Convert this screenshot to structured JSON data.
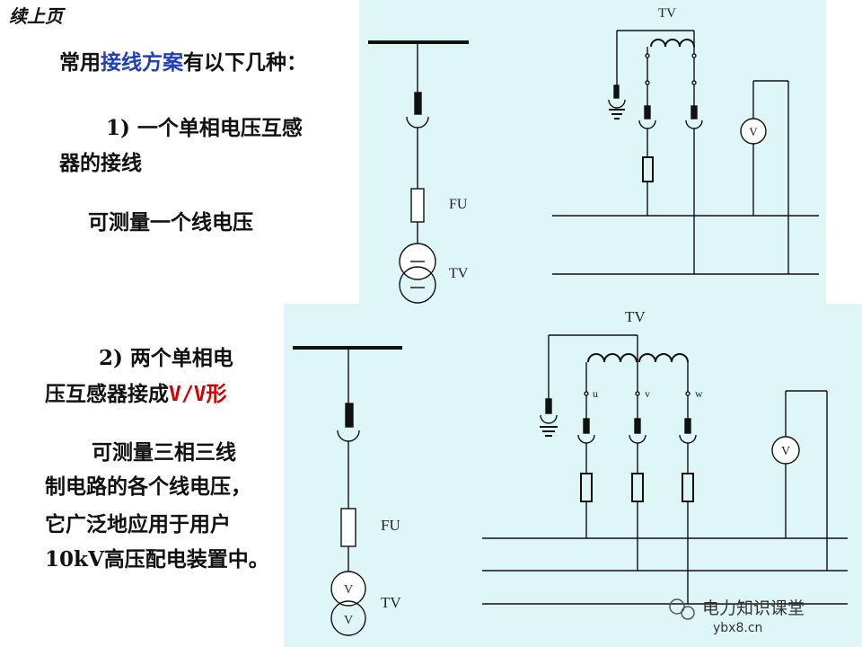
{
  "header": {
    "continued": "续上页"
  },
  "intro": {
    "prefix": "常用",
    "highlight": "接线方案",
    "suffix": "有以下几种："
  },
  "scheme1": {
    "line1": "1) 一个单相电压互感",
    "line2": "器的接线",
    "note": "可测量一个线电压",
    "diagram": {
      "fuse_label": "FU",
      "tv_label": "TV",
      "tv_title": "TV",
      "meter_label": "V"
    }
  },
  "scheme2": {
    "line1": "2) 两个单相电",
    "line2_prefix": "压互感器接成",
    "line2_highlight": "V/V形",
    "note_lines": [
      "可测量三相三线",
      "制电路的各个线电压，",
      "它广泛地应用于用户",
      "10kV高压配电装置中。"
    ],
    "diagram": {
      "fuse_label": "FU",
      "tv_label": "TV",
      "tv_title": "TV",
      "meter_label": "V",
      "coil_v": "V",
      "terminals": [
        "u",
        "v",
        "w"
      ]
    }
  },
  "watermark": {
    "name": "电力知识课堂",
    "url": "ybx8.cn"
  },
  "colors": {
    "panel": "#dff6f7",
    "highlight_blue": "#1f3fbf",
    "highlight_red": "#d40000"
  }
}
